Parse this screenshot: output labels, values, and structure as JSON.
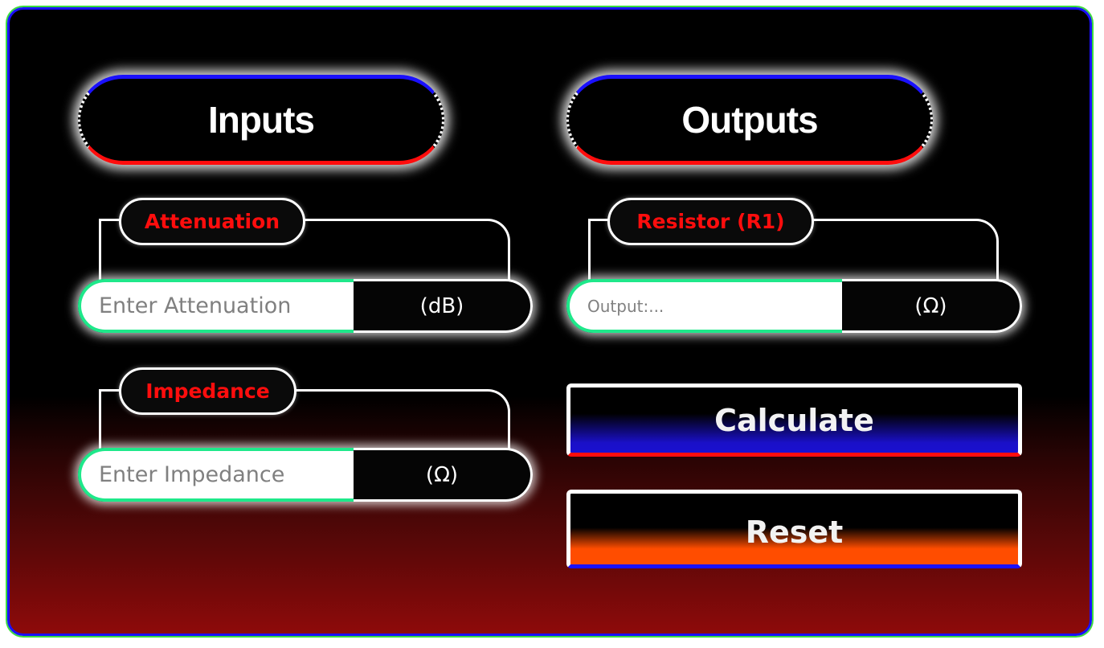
{
  "headers": {
    "inputs": "Inputs",
    "outputs": "Outputs"
  },
  "attenuation": {
    "label": "Attenuation",
    "placeholder": "Enter Attenuation",
    "unit": "(dB)"
  },
  "impedance": {
    "label": "Impedance",
    "placeholder": "Enter Impedance",
    "unit": "(Ω)"
  },
  "resistor": {
    "label": "Resistor (R1)",
    "placeholder": "Output:...",
    "unit": "(Ω)"
  },
  "buttons": {
    "calculate": "Calculate",
    "reset": "Reset"
  },
  "colors": {
    "accent_red": "#ff0d0d",
    "accent_blue": "#1a10ff",
    "input_border": "#1ee88a",
    "reset_orange": "#ff4d00"
  }
}
